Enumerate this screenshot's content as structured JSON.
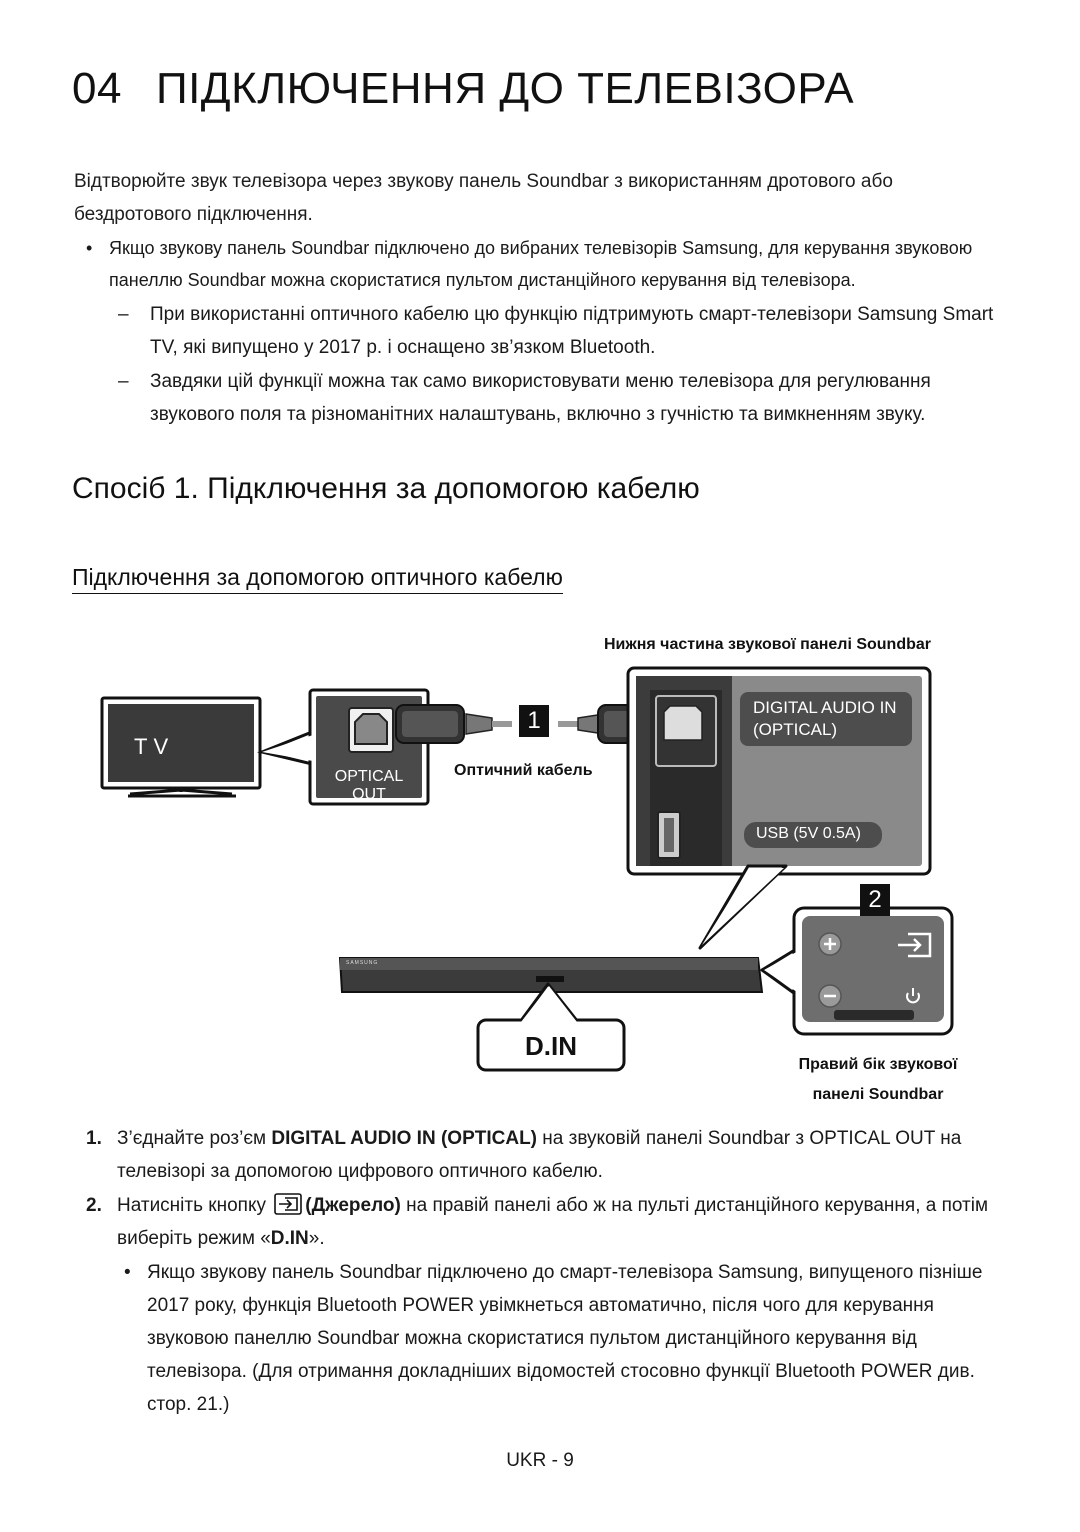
{
  "header": {
    "number": "04",
    "title": "ПІДКЛЮЧЕННЯ ДО ТЕЛЕВІЗОРА"
  },
  "intro": "Відтворюйте звук телевізора через звукову панель Soundbar з використанням дротового або бездротового підключення.",
  "note": {
    "bullet": "Якщо звукову панель Soundbar підключено до вибраних телевізорів Samsung, для керування звуковою панеллю Soundbar можна скористатися пультом дистанційного керування від телевізора.",
    "dash1": "При використанні оптичного кабелю цю функцію підтримують смарт-телевізори Samsung Smart TV, які випущено у 2017 р. і оснащено зв’язком Bluetooth.",
    "dash2": "Завдяки цій функції можна так само використовувати меню телевізора для регулювання звукового поля та різноманітних налаштувань, включно з гучністю та вимкненням звуку."
  },
  "section": {
    "title": "Спосіб 1. Підключення за допомогою кабелю",
    "subtitle": "Підключення за допомогою оптичного кабелю"
  },
  "diagram": {
    "bottom_caption": "Нижня частина звукової панелі Soundbar",
    "tv_label": "TV",
    "optical_out": "OPTICAL OUT",
    "cable_caption": "Оптичний кабель",
    "step1_badge": "1",
    "step2_badge": "2",
    "digital_audio_line1": "DIGITAL AUDIO IN",
    "digital_audio_line2": "(OPTICAL)",
    "usb_label": "USB (5V 0.5A)",
    "din_label": "D.IN",
    "right_caption_line1": "Правий бік звукової",
    "right_caption_line2": "панелі Soundbar",
    "brand_small": "SAMSUNG"
  },
  "steps": {
    "s1_num": "1.",
    "s1_a": "З’єднайте роз’єм ",
    "s1_b": "DIGITAL AUDIO IN (OPTICAL)",
    "s1_c": " на звуковій панелі Soundbar з OPTICAL OUT на телевізорі за допомогою цифрового оптичного кабелю.",
    "s2_num": "2.",
    "s2_a": "Натисніть кнопку ",
    "s2_b": "(Джерело)",
    "s2_c": " на правій панелі або ж на пульті дистанційного керування, а потім виберіть режим «",
    "s2_d": "D.IN",
    "s2_e": "».",
    "s2_bullet": "Якщо звукову панель Soundbar підключено до смарт-телевізора Samsung, випущеного пізніше 2017 року, функція Bluetooth POWER увімкнеться автоматично, після чого для керування звуковою панеллю Soundbar можна скористатися пультом дистанційного керування від телевізора. (Для отримання докладніших відомостей стосовно функції Bluetooth POWER див. стор. 21.)"
  },
  "footer": {
    "page": "UKR - 9"
  }
}
